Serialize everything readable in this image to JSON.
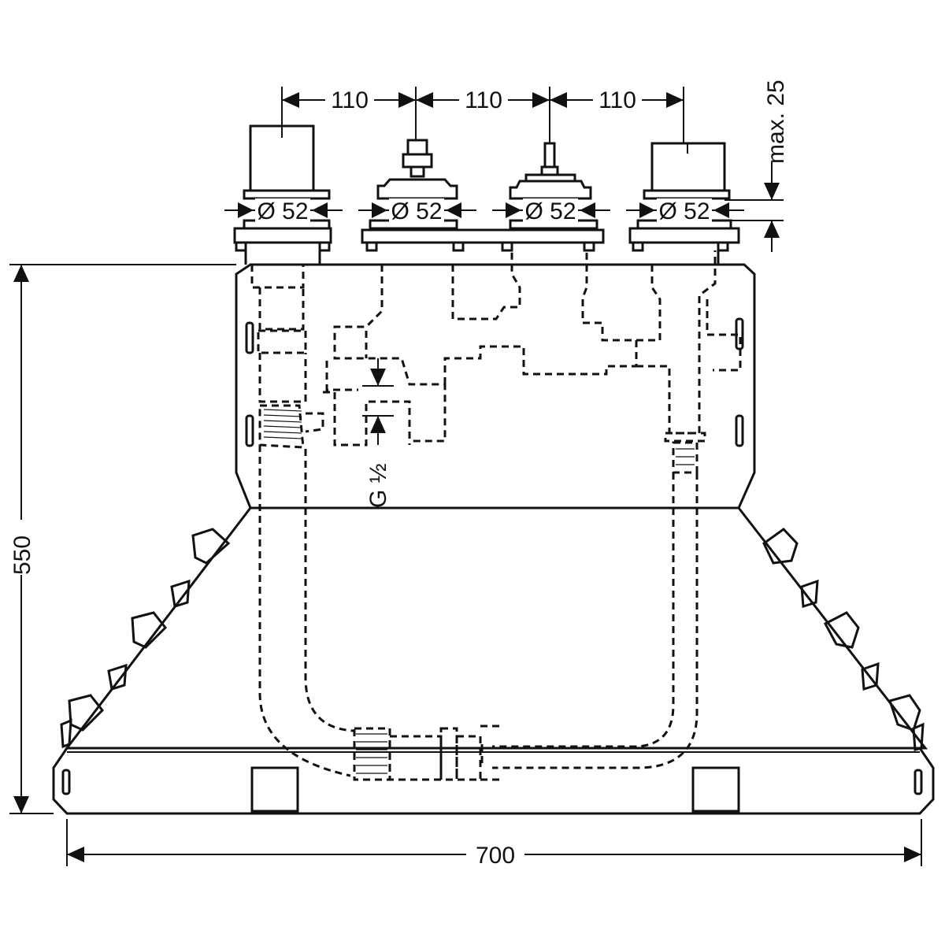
{
  "dimensions": {
    "spacing_1": "110",
    "spacing_2": "110",
    "spacing_3": "110",
    "max_height": "max. 25",
    "diameter_1": "Ø 52",
    "diameter_2": "Ø 52",
    "diameter_3": "Ø 52",
    "diameter_4": "Ø 52",
    "height": "550",
    "width": "700",
    "thread": "G ½"
  },
  "colors": {
    "line": "#111111",
    "background": "#ffffff"
  }
}
